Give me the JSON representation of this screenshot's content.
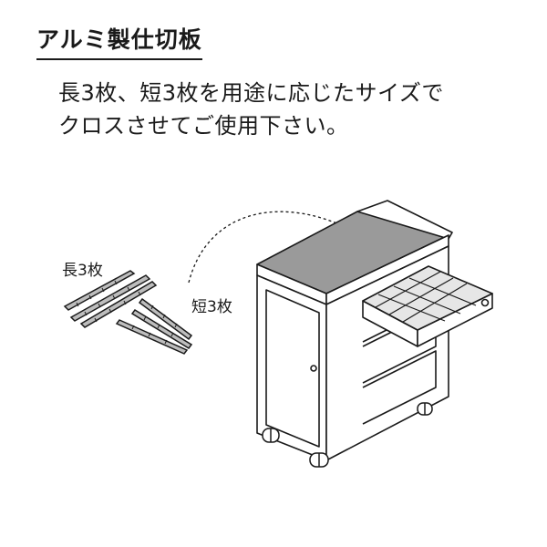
{
  "title": "アルミ製仕切板",
  "description": {
    "line1": "長3枚、短3枚を用途に応じたサイズで",
    "line2": "クロスさせてご使用下さい。"
  },
  "labels": {
    "long": "長3枚",
    "short": "短3枚"
  },
  "colors": {
    "ink": "#1a1a1a",
    "top_gray": "#9a9a9a",
    "plate_gray": "#bdbdbd",
    "tray_gray": "#e6e6e6"
  },
  "icons": [
    "aluminum-divider-plate-icon",
    "tool-cart-icon",
    "caster-wheel-icon",
    "drawer-tray-icon"
  ]
}
